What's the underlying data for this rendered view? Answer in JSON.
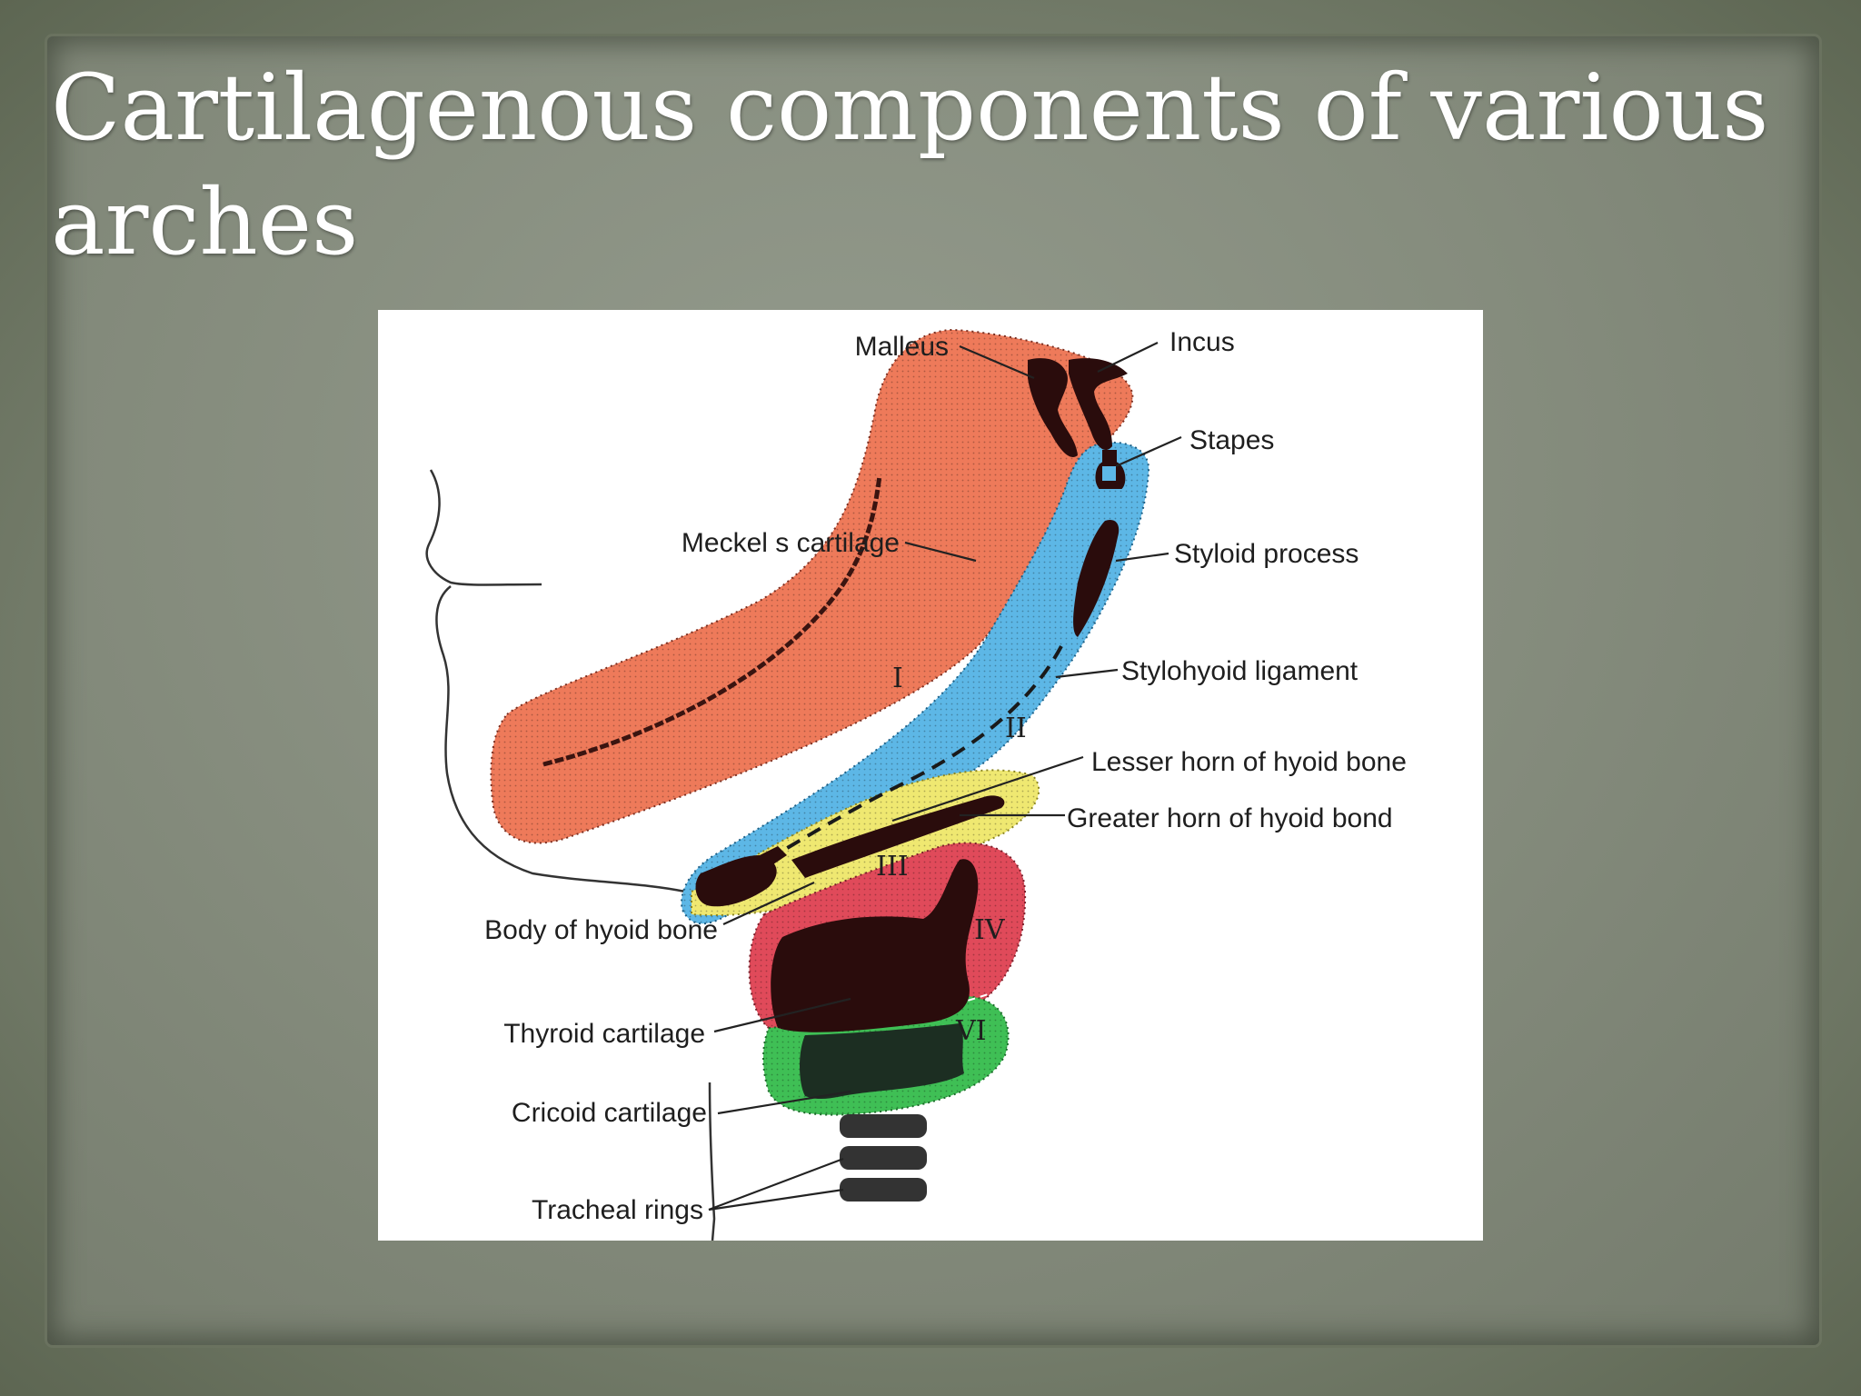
{
  "slide": {
    "title": "Cartilagenous components of various arches"
  },
  "diagram": {
    "labels": {
      "malleus": "Malleus",
      "incus": "Incus",
      "stapes": "Stapes",
      "meckels_cartilage": "Meckel s cartilage",
      "styloid_process": "Styloid process",
      "stylohyoid_ligament": "Stylohyoid ligament",
      "lesser_horn": "Lesser horn of hyoid bone",
      "greater_horn": "Greater horn of hyoid bond",
      "body_of_hyoid": "Body of hyoid bone",
      "thyroid_cartilage": "Thyroid cartilage",
      "cricoid_cartilage": "Cricoid cartilage",
      "tracheal_rings": "Tracheal rings"
    },
    "arch_numerals": {
      "arch1": "I",
      "arch2": "II",
      "arch3": "III",
      "arch4": "IV",
      "arch6": "VI"
    },
    "colors": {
      "arch1": "#ee7a5a",
      "arch2": "#5db7e6",
      "arch3": "#efe871",
      "arch4": "#e04a5a",
      "arch6": "#3fbf55",
      "cartilage": "#2a0c0c"
    }
  }
}
